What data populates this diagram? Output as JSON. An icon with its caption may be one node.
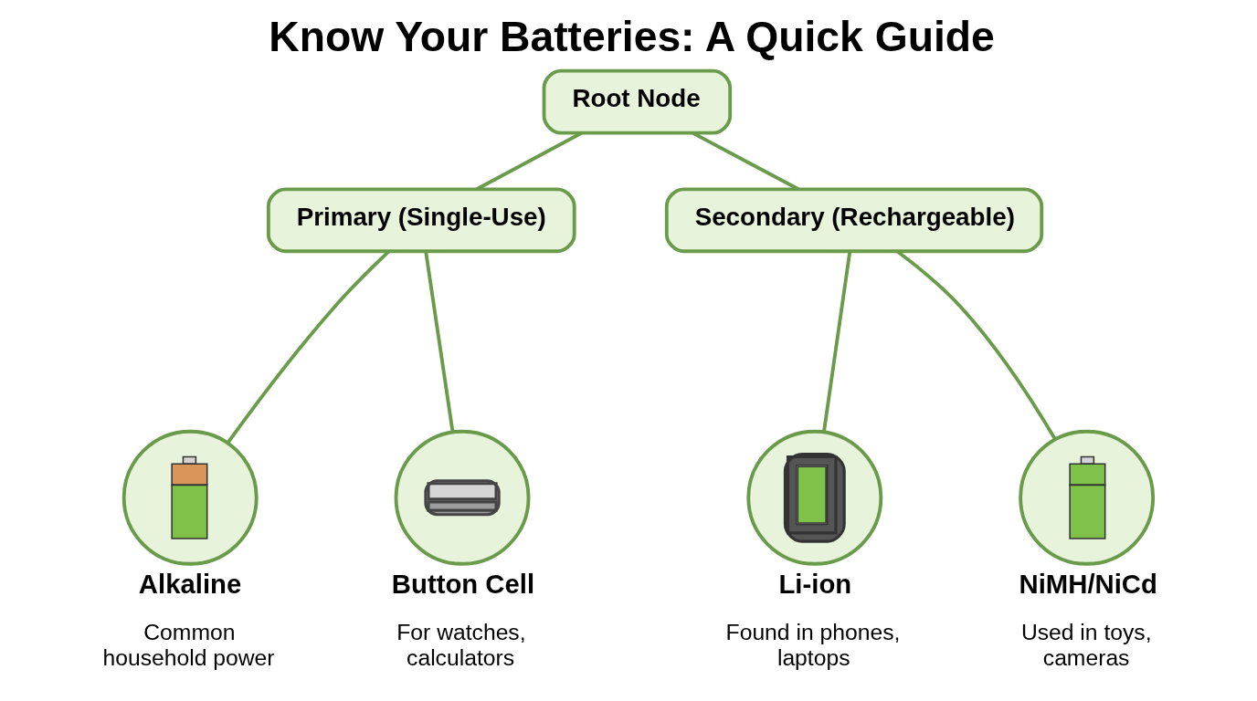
{
  "diagram": {
    "title": "Know Your Batteries: A Quick Guide",
    "nodes": [
      {
        "text": [
          "Root Node"
        ]
      },
      {
        "text": [
          "Primary (Single-Use)"
        ]
      },
      {
        "text": [
          "Secondary (Rechargeable)"
        ]
      },
      {
        "text": [
          "Alkaline",
          "Common household power"
        ]
      },
      {
        "text": [
          "Button Cell",
          "For watches, calculators"
        ]
      },
      {
        "text": [
          "Li-ion",
          "Found in phones, laptops"
        ]
      },
      {
        "text": [
          "NiMH/NiCd",
          "Used in toys, cameras"
        ]
      }
    ],
    "edges": [
      {
        "from": 0,
        "to": 1,
        "arrow": "none"
      },
      {
        "from": 0,
        "to": 2,
        "arrow": "none"
      },
      {
        "from": 1,
        "to": 3,
        "arrow": "none"
      },
      {
        "from": 1,
        "to": 4,
        "arrow": "none"
      },
      {
        "from": 2,
        "to": 5,
        "arrow": "none"
      },
      {
        "from": 2,
        "to": 6,
        "arrow": "none"
      }
    ]
  }
}
